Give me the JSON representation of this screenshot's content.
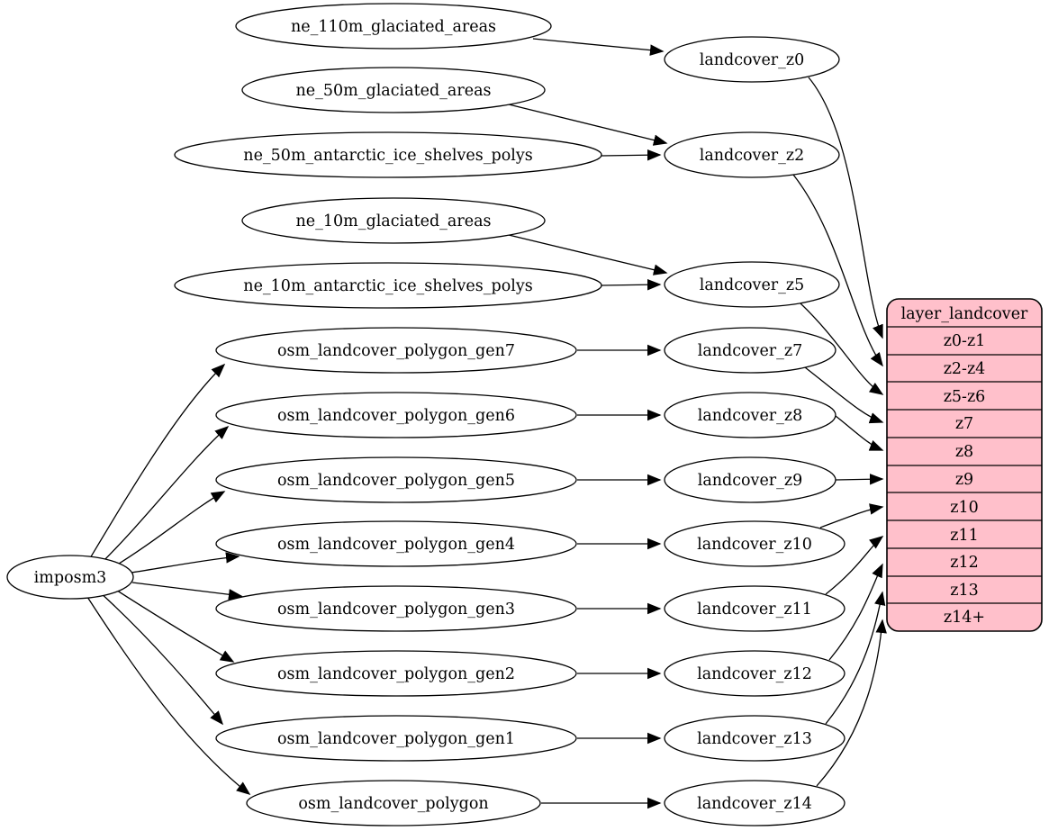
{
  "diagram": {
    "type": "graphviz-dependency-graph",
    "background": "#ffffff"
  },
  "colors": {
    "edge": "#000000",
    "node_fill": "#ffffff",
    "node_stroke": "#000000",
    "table_fill": "#ffc0cb",
    "table_stroke": "#000000",
    "text": "#000000"
  },
  "labels": {
    "imposm3": "imposm3",
    "ne_110m_glaciated_areas": "ne_110m_glaciated_areas",
    "ne_50m_glaciated_areas": "ne_50m_glaciated_areas",
    "ne_50m_antarctic_ice_shelves_polys": "ne_50m_antarctic_ice_shelves_polys",
    "ne_10m_glaciated_areas": "ne_10m_glaciated_areas",
    "ne_10m_antarctic_ice_shelves_polys": "ne_10m_antarctic_ice_shelves_polys",
    "osm_landcover_polygon_gen7": "osm_landcover_polygon_gen7",
    "osm_landcover_polygon_gen6": "osm_landcover_polygon_gen6",
    "osm_landcover_polygon_gen5": "osm_landcover_polygon_gen5",
    "osm_landcover_polygon_gen4": "osm_landcover_polygon_gen4",
    "osm_landcover_polygon_gen3": "osm_landcover_polygon_gen3",
    "osm_landcover_polygon_gen2": "osm_landcover_polygon_gen2",
    "osm_landcover_polygon_gen1": "osm_landcover_polygon_gen1",
    "osm_landcover_polygon": "osm_landcover_polygon",
    "landcover_z0": "landcover_z0",
    "landcover_z2": "landcover_z2",
    "landcover_z5": "landcover_z5",
    "landcover_z7": "landcover_z7",
    "landcover_z8": "landcover_z8",
    "landcover_z9": "landcover_z9",
    "landcover_z10": "landcover_z10",
    "landcover_z11": "landcover_z11",
    "landcover_z12": "landcover_z12",
    "landcover_z13": "landcover_z13",
    "landcover_z14": "landcover_z14"
  },
  "table": {
    "title": "layer_landcover",
    "rows": [
      "z0-z1",
      "z2-z4",
      "z5-z6",
      "z7",
      "z8",
      "z9",
      "z10",
      "z11",
      "z12",
      "z13",
      "z14+"
    ]
  },
  "edges": [
    {
      "from": "ne_110m_glaciated_areas",
      "to": "landcover_z0"
    },
    {
      "from": "ne_50m_glaciated_areas",
      "to": "landcover_z2"
    },
    {
      "from": "ne_50m_antarctic_ice_shelves_polys",
      "to": "landcover_z2"
    },
    {
      "from": "ne_10m_glaciated_areas",
      "to": "landcover_z5"
    },
    {
      "from": "ne_10m_antarctic_ice_shelves_polys",
      "to": "landcover_z5"
    },
    {
      "from": "imposm3",
      "to": "osm_landcover_polygon_gen7"
    },
    {
      "from": "imposm3",
      "to": "osm_landcover_polygon_gen6"
    },
    {
      "from": "imposm3",
      "to": "osm_landcover_polygon_gen5"
    },
    {
      "from": "imposm3",
      "to": "osm_landcover_polygon_gen4"
    },
    {
      "from": "imposm3",
      "to": "osm_landcover_polygon_gen3"
    },
    {
      "from": "imposm3",
      "to": "osm_landcover_polygon_gen2"
    },
    {
      "from": "imposm3",
      "to": "osm_landcover_polygon_gen1"
    },
    {
      "from": "imposm3",
      "to": "osm_landcover_polygon"
    },
    {
      "from": "osm_landcover_polygon_gen7",
      "to": "landcover_z7"
    },
    {
      "from": "osm_landcover_polygon_gen6",
      "to": "landcover_z8"
    },
    {
      "from": "osm_landcover_polygon_gen5",
      "to": "landcover_z9"
    },
    {
      "from": "osm_landcover_polygon_gen4",
      "to": "landcover_z10"
    },
    {
      "from": "osm_landcover_polygon_gen3",
      "to": "landcover_z11"
    },
    {
      "from": "osm_landcover_polygon_gen2",
      "to": "landcover_z12"
    },
    {
      "from": "osm_landcover_polygon_gen1",
      "to": "landcover_z13"
    },
    {
      "from": "osm_landcover_polygon",
      "to": "landcover_z14"
    },
    {
      "from": "landcover_z0",
      "to": "layer_landcover.z0-z1"
    },
    {
      "from": "landcover_z2",
      "to": "layer_landcover.z2-z4"
    },
    {
      "from": "landcover_z5",
      "to": "layer_landcover.z5-z6"
    },
    {
      "from": "landcover_z7",
      "to": "layer_landcover.z7"
    },
    {
      "from": "landcover_z8",
      "to": "layer_landcover.z8"
    },
    {
      "from": "landcover_z9",
      "to": "layer_landcover.z9"
    },
    {
      "from": "landcover_z10",
      "to": "layer_landcover.z10"
    },
    {
      "from": "landcover_z11",
      "to": "layer_landcover.z11"
    },
    {
      "from": "landcover_z12",
      "to": "layer_landcover.z12"
    },
    {
      "from": "landcover_z13",
      "to": "layer_landcover.z13"
    },
    {
      "from": "landcover_z14",
      "to": "layer_landcover.z14+"
    }
  ]
}
